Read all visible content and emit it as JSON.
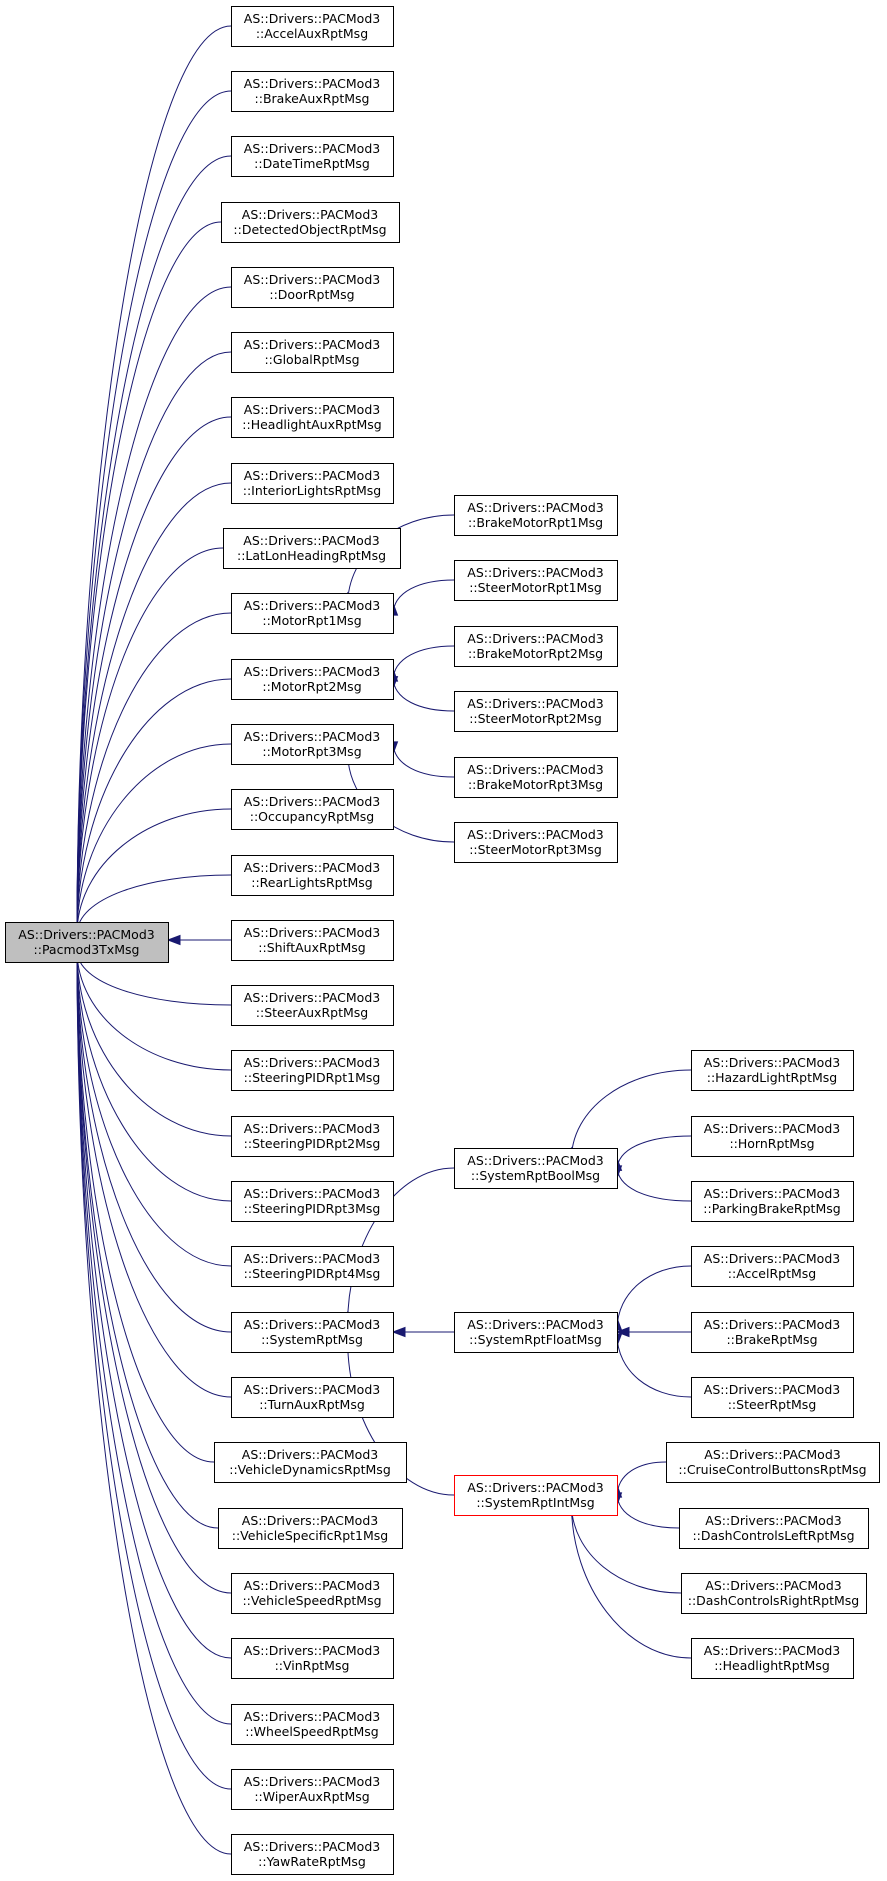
{
  "title": "",
  "colors": {
    "edge": "#191970",
    "root_fill": "#bfbfbf",
    "highlight_border": "#ff0000",
    "node_fill": "#ffffff"
  },
  "nodes": [
    {
      "id": "Pacmod3TxMsg",
      "l1": "AS::Drivers::PACMod3",
      "l2": "::Pacmod3TxMsg",
      "type": "root"
    },
    {
      "id": "AccelAuxRptMsg",
      "l1": "AS::Drivers::PACMod3",
      "l2": "::AccelAuxRptMsg"
    },
    {
      "id": "BrakeAuxRptMsg",
      "l1": "AS::Drivers::PACMod3",
      "l2": "::BrakeAuxRptMsg"
    },
    {
      "id": "DateTimeRptMsg",
      "l1": "AS::Drivers::PACMod3",
      "l2": "::DateTimeRptMsg"
    },
    {
      "id": "DetectedObjectRptMsg",
      "l1": "AS::Drivers::PACMod3",
      "l2": "::DetectedObjectRptMsg"
    },
    {
      "id": "DoorRptMsg",
      "l1": "AS::Drivers::PACMod3",
      "l2": "::DoorRptMsg"
    },
    {
      "id": "GlobalRptMsg",
      "l1": "AS::Drivers::PACMod3",
      "l2": "::GlobalRptMsg"
    },
    {
      "id": "HeadlightAuxRptMsg",
      "l1": "AS::Drivers::PACMod3",
      "l2": "::HeadlightAuxRptMsg"
    },
    {
      "id": "InteriorLightsRptMsg",
      "l1": "AS::Drivers::PACMod3",
      "l2": "::InteriorLightsRptMsg"
    },
    {
      "id": "LatLonHeadingRptMsg",
      "l1": "AS::Drivers::PACMod3",
      "l2": "::LatLonHeadingRptMsg"
    },
    {
      "id": "MotorRpt1Msg",
      "l1": "AS::Drivers::PACMod3",
      "l2": "::MotorRpt1Msg"
    },
    {
      "id": "MotorRpt2Msg",
      "l1": "AS::Drivers::PACMod3",
      "l2": "::MotorRpt2Msg"
    },
    {
      "id": "MotorRpt3Msg",
      "l1": "AS::Drivers::PACMod3",
      "l2": "::MotorRpt3Msg"
    },
    {
      "id": "OccupancyRptMsg",
      "l1": "AS::Drivers::PACMod3",
      "l2": "::OccupancyRptMsg"
    },
    {
      "id": "RearLightsRptMsg",
      "l1": "AS::Drivers::PACMod3",
      "l2": "::RearLightsRptMsg"
    },
    {
      "id": "ShiftAuxRptMsg",
      "l1": "AS::Drivers::PACMod3",
      "l2": "::ShiftAuxRptMsg"
    },
    {
      "id": "SteerAuxRptMsg",
      "l1": "AS::Drivers::PACMod3",
      "l2": "::SteerAuxRptMsg"
    },
    {
      "id": "SteeringPIDRpt1Msg",
      "l1": "AS::Drivers::PACMod3",
      "l2": "::SteeringPIDRpt1Msg"
    },
    {
      "id": "SteeringPIDRpt2Msg",
      "l1": "AS::Drivers::PACMod3",
      "l2": "::SteeringPIDRpt2Msg"
    },
    {
      "id": "SteeringPIDRpt3Msg",
      "l1": "AS::Drivers::PACMod3",
      "l2": "::SteeringPIDRpt3Msg"
    },
    {
      "id": "SteeringPIDRpt4Msg",
      "l1": "AS::Drivers::PACMod3",
      "l2": "::SteeringPIDRpt4Msg"
    },
    {
      "id": "SystemRptMsg",
      "l1": "AS::Drivers::PACMod3",
      "l2": "::SystemRptMsg"
    },
    {
      "id": "TurnAuxRptMsg",
      "l1": "AS::Drivers::PACMod3",
      "l2": "::TurnAuxRptMsg"
    },
    {
      "id": "VehicleDynamicsRptMsg",
      "l1": "AS::Drivers::PACMod3",
      "l2": "::VehicleDynamicsRptMsg"
    },
    {
      "id": "VehicleSpecificRpt1Msg",
      "l1": "AS::Drivers::PACMod3",
      "l2": "::VehicleSpecificRpt1Msg"
    },
    {
      "id": "VehicleSpeedRptMsg",
      "l1": "AS::Drivers::PACMod3",
      "l2": "::VehicleSpeedRptMsg"
    },
    {
      "id": "VinRptMsg",
      "l1": "AS::Drivers::PACMod3",
      "l2": "::VinRptMsg"
    },
    {
      "id": "WheelSpeedRptMsg",
      "l1": "AS::Drivers::PACMod3",
      "l2": "::WheelSpeedRptMsg"
    },
    {
      "id": "WiperAuxRptMsg",
      "l1": "AS::Drivers::PACMod3",
      "l2": "::WiperAuxRptMsg"
    },
    {
      "id": "YawRateRptMsg",
      "l1": "AS::Drivers::PACMod3",
      "l2": "::YawRateRptMsg"
    },
    {
      "id": "BrakeMotorRpt1Msg",
      "l1": "AS::Drivers::PACMod3",
      "l2": "::BrakeMotorRpt1Msg"
    },
    {
      "id": "SteerMotorRpt1Msg",
      "l1": "AS::Drivers::PACMod3",
      "l2": "::SteerMotorRpt1Msg"
    },
    {
      "id": "BrakeMotorRpt2Msg",
      "l1": "AS::Drivers::PACMod3",
      "l2": "::BrakeMotorRpt2Msg"
    },
    {
      "id": "SteerMotorRpt2Msg",
      "l1": "AS::Drivers::PACMod3",
      "l2": "::SteerMotorRpt2Msg"
    },
    {
      "id": "BrakeMotorRpt3Msg",
      "l1": "AS::Drivers::PACMod3",
      "l2": "::BrakeMotorRpt3Msg"
    },
    {
      "id": "SteerMotorRpt3Msg",
      "l1": "AS::Drivers::PACMod3",
      "l2": "::SteerMotorRpt3Msg"
    },
    {
      "id": "SystemRptBoolMsg",
      "l1": "AS::Drivers::PACMod3",
      "l2": "::SystemRptBoolMsg"
    },
    {
      "id": "SystemRptFloatMsg",
      "l1": "AS::Drivers::PACMod3",
      "l2": "::SystemRptFloatMsg"
    },
    {
      "id": "SystemRptIntMsg",
      "l1": "AS::Drivers::PACMod3",
      "l2": "::SystemRptIntMsg",
      "type": "highlight"
    },
    {
      "id": "HazardLightRptMsg",
      "l1": "AS::Drivers::PACMod3",
      "l2": "::HazardLightRptMsg"
    },
    {
      "id": "HornRptMsg",
      "l1": "AS::Drivers::PACMod3",
      "l2": "::HornRptMsg"
    },
    {
      "id": "ParkingBrakeRptMsg",
      "l1": "AS::Drivers::PACMod3",
      "l2": "::ParkingBrakeRptMsg"
    },
    {
      "id": "AccelRptMsg",
      "l1": "AS::Drivers::PACMod3",
      "l2": "::AccelRptMsg"
    },
    {
      "id": "BrakeRptMsg",
      "l1": "AS::Drivers::PACMod3",
      "l2": "::BrakeRptMsg"
    },
    {
      "id": "SteerRptMsg",
      "l1": "AS::Drivers::PACMod3",
      "l2": "::SteerRptMsg"
    },
    {
      "id": "CruiseControlButtonsRptMsg",
      "l1": "AS::Drivers::PACMod3",
      "l2": "::CruiseControlButtonsRptMsg"
    },
    {
      "id": "DashControlsLeftRptMsg",
      "l1": "AS::Drivers::PACMod3",
      "l2": "::DashControlsLeftRptMsg"
    },
    {
      "id": "DashControlsRightRptMsg",
      "l1": "AS::Drivers::PACMod3",
      "l2": "::DashControlsRightRptMsg"
    },
    {
      "id": "HeadlightRptMsg",
      "l1": "AS::Drivers::PACMod3",
      "l2": "::HeadlightRptMsg"
    }
  ],
  "edges": [
    {
      "from": "AccelAuxRptMsg",
      "to": "Pacmod3TxMsg"
    },
    {
      "from": "BrakeAuxRptMsg",
      "to": "Pacmod3TxMsg"
    },
    {
      "from": "DateTimeRptMsg",
      "to": "Pacmod3TxMsg"
    },
    {
      "from": "DetectedObjectRptMsg",
      "to": "Pacmod3TxMsg"
    },
    {
      "from": "DoorRptMsg",
      "to": "Pacmod3TxMsg"
    },
    {
      "from": "GlobalRptMsg",
      "to": "Pacmod3TxMsg"
    },
    {
      "from": "HeadlightAuxRptMsg",
      "to": "Pacmod3TxMsg"
    },
    {
      "from": "InteriorLightsRptMsg",
      "to": "Pacmod3TxMsg"
    },
    {
      "from": "LatLonHeadingRptMsg",
      "to": "Pacmod3TxMsg"
    },
    {
      "from": "MotorRpt1Msg",
      "to": "Pacmod3TxMsg"
    },
    {
      "from": "MotorRpt2Msg",
      "to": "Pacmod3TxMsg"
    },
    {
      "from": "MotorRpt3Msg",
      "to": "Pacmod3TxMsg"
    },
    {
      "from": "OccupancyRptMsg",
      "to": "Pacmod3TxMsg"
    },
    {
      "from": "RearLightsRptMsg",
      "to": "Pacmod3TxMsg"
    },
    {
      "from": "ShiftAuxRptMsg",
      "to": "Pacmod3TxMsg"
    },
    {
      "from": "SteerAuxRptMsg",
      "to": "Pacmod3TxMsg"
    },
    {
      "from": "SteeringPIDRpt1Msg",
      "to": "Pacmod3TxMsg"
    },
    {
      "from": "SteeringPIDRpt2Msg",
      "to": "Pacmod3TxMsg"
    },
    {
      "from": "SteeringPIDRpt3Msg",
      "to": "Pacmod3TxMsg"
    },
    {
      "from": "SteeringPIDRpt4Msg",
      "to": "Pacmod3TxMsg"
    },
    {
      "from": "SystemRptMsg",
      "to": "Pacmod3TxMsg"
    },
    {
      "from": "TurnAuxRptMsg",
      "to": "Pacmod3TxMsg"
    },
    {
      "from": "VehicleDynamicsRptMsg",
      "to": "Pacmod3TxMsg"
    },
    {
      "from": "VehicleSpecificRpt1Msg",
      "to": "Pacmod3TxMsg"
    },
    {
      "from": "VehicleSpeedRptMsg",
      "to": "Pacmod3TxMsg"
    },
    {
      "from": "VinRptMsg",
      "to": "Pacmod3TxMsg"
    },
    {
      "from": "WheelSpeedRptMsg",
      "to": "Pacmod3TxMsg"
    },
    {
      "from": "WiperAuxRptMsg",
      "to": "Pacmod3TxMsg"
    },
    {
      "from": "YawRateRptMsg",
      "to": "Pacmod3TxMsg"
    },
    {
      "from": "BrakeMotorRpt1Msg",
      "to": "MotorRpt1Msg"
    },
    {
      "from": "SteerMotorRpt1Msg",
      "to": "MotorRpt1Msg"
    },
    {
      "from": "BrakeMotorRpt2Msg",
      "to": "MotorRpt2Msg"
    },
    {
      "from": "SteerMotorRpt2Msg",
      "to": "MotorRpt2Msg"
    },
    {
      "from": "BrakeMotorRpt3Msg",
      "to": "MotorRpt3Msg"
    },
    {
      "from": "SteerMotorRpt3Msg",
      "to": "MotorRpt3Msg"
    },
    {
      "from": "SystemRptBoolMsg",
      "to": "SystemRptMsg"
    },
    {
      "from": "SystemRptFloatMsg",
      "to": "SystemRptMsg"
    },
    {
      "from": "SystemRptIntMsg",
      "to": "SystemRptMsg"
    },
    {
      "from": "HazardLightRptMsg",
      "to": "SystemRptBoolMsg"
    },
    {
      "from": "HornRptMsg",
      "to": "SystemRptBoolMsg"
    },
    {
      "from": "ParkingBrakeRptMsg",
      "to": "SystemRptBoolMsg"
    },
    {
      "from": "AccelRptMsg",
      "to": "SystemRptFloatMsg"
    },
    {
      "from": "BrakeRptMsg",
      "to": "SystemRptFloatMsg"
    },
    {
      "from": "SteerRptMsg",
      "to": "SystemRptFloatMsg"
    },
    {
      "from": "CruiseControlButtonsRptMsg",
      "to": "SystemRptIntMsg"
    },
    {
      "from": "DashControlsLeftRptMsg",
      "to": "SystemRptIntMsg"
    },
    {
      "from": "DashControlsRightRptMsg",
      "to": "SystemRptIntMsg"
    },
    {
      "from": "HeadlightRptMsg",
      "to": "SystemRptIntMsg"
    }
  ]
}
